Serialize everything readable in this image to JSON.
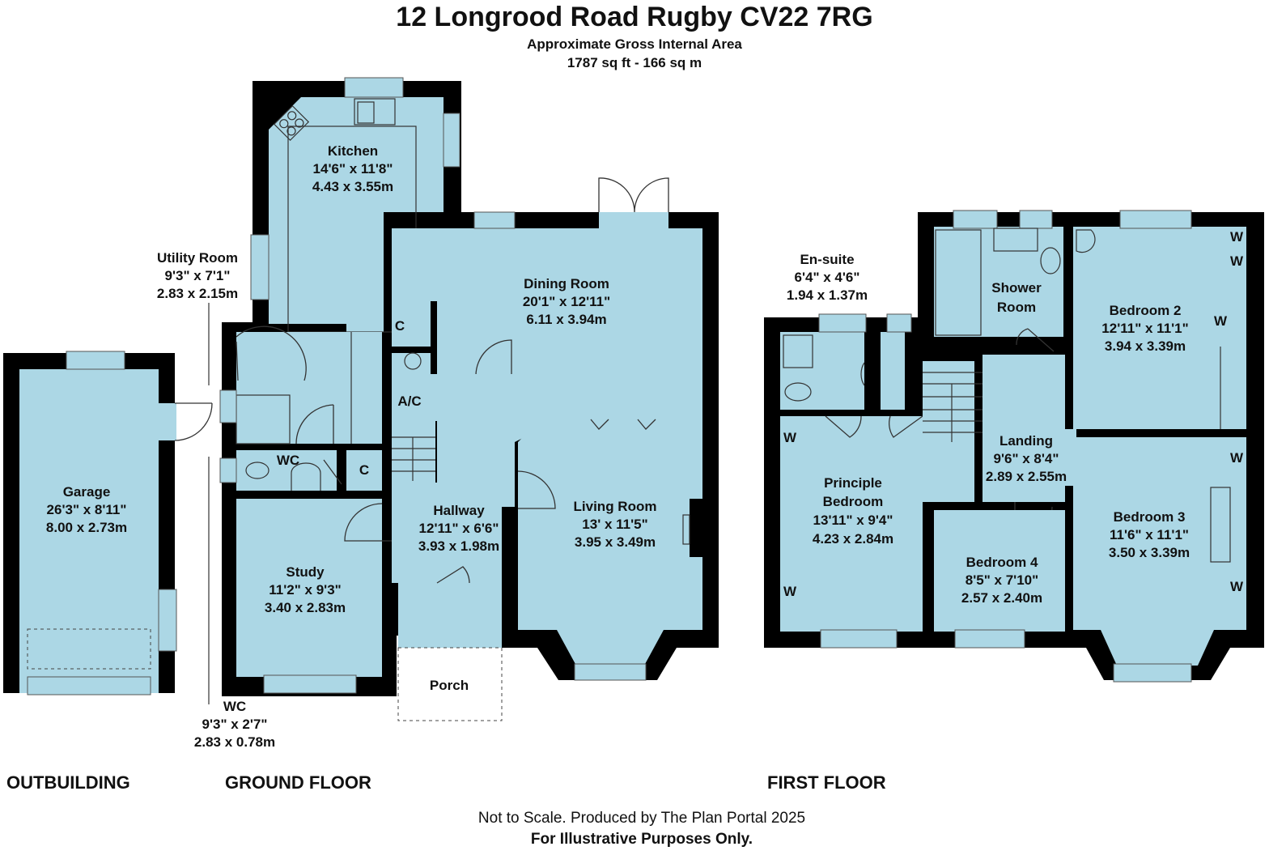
{
  "header": {
    "title": "12 Longrood Road Rugby CV22 7RG",
    "area_label": "Approximate Gross Internal Area",
    "area_value": "1787 sq ft - 166 sq m"
  },
  "colors": {
    "room_fill": "#acd7e5",
    "wall": "#000000"
  },
  "rooms": {
    "kitchen": {
      "name": "Kitchen",
      "imperial": "14'6\" x 11'8\"",
      "metric": "4.43 x 3.55m"
    },
    "utility": {
      "name": "Utility Room",
      "imperial": "9'3\" x 7'1\"",
      "metric": "2.83 x 2.15m"
    },
    "dining": {
      "name": "Dining Room",
      "imperial": "20'1\" x 12'11\"",
      "metric": "6.11 x 3.94m"
    },
    "garage": {
      "name": "Garage",
      "imperial": "26'3\" x 8'11\"",
      "metric": "8.00 x 2.73m"
    },
    "wc_ground": {
      "name": "WC",
      "imperial": "9'3\" x 2'7\"",
      "metric": "2.83 x 0.78m"
    },
    "hallway": {
      "name": "Hallway",
      "imperial": "12'11\" x 6'6\"",
      "metric": "3.93 x 1.98m"
    },
    "living": {
      "name": "Living Room",
      "imperial": "13' x 11'5\"",
      "metric": "3.95 x 3.49m"
    },
    "study": {
      "name": "Study",
      "imperial": "11'2\" x 9'3\"",
      "metric": "3.40 x 2.83m"
    },
    "porch": {
      "name": "Porch"
    },
    "ensuite": {
      "name": "En-suite",
      "imperial": "6'4\" x 4'6\"",
      "metric": "1.94 x 1.37m"
    },
    "shower": {
      "name_line1": "Shower",
      "name_line2": "Room"
    },
    "bedroom2": {
      "name": "Bedroom 2",
      "imperial": "12'11\" x 11'1\"",
      "metric": "3.94 x 3.39m"
    },
    "principle": {
      "name_line1": "Principle",
      "name_line2": "Bedroom",
      "imperial": "13'11\" x 9'4\"",
      "metric": "4.23 x 2.84m"
    },
    "landing": {
      "name": "Landing",
      "imperial": "9'6\" x 8'4\"",
      "metric": "2.89 x 2.55m"
    },
    "bedroom3": {
      "name": "Bedroom 3",
      "imperial": "11'6\" x 11'1\"",
      "metric": "3.50 x 3.39m"
    },
    "bedroom4": {
      "name": "Bedroom 4",
      "imperial": "8'5\" x 7'10\"",
      "metric": "2.57 x 2.40m"
    }
  },
  "small_labels": {
    "cupboard": "C",
    "airing_cupboard": "A/C",
    "wc_short": "WC",
    "wardrobe": "W"
  },
  "floors": {
    "outbuilding": "OUTBUILDING",
    "ground": "GROUND FLOOR",
    "first": "FIRST FLOOR"
  },
  "footer": {
    "line1": "Not to Scale. Produced by The Plan Portal 2025",
    "line2": "For Illustrative Purposes Only."
  }
}
